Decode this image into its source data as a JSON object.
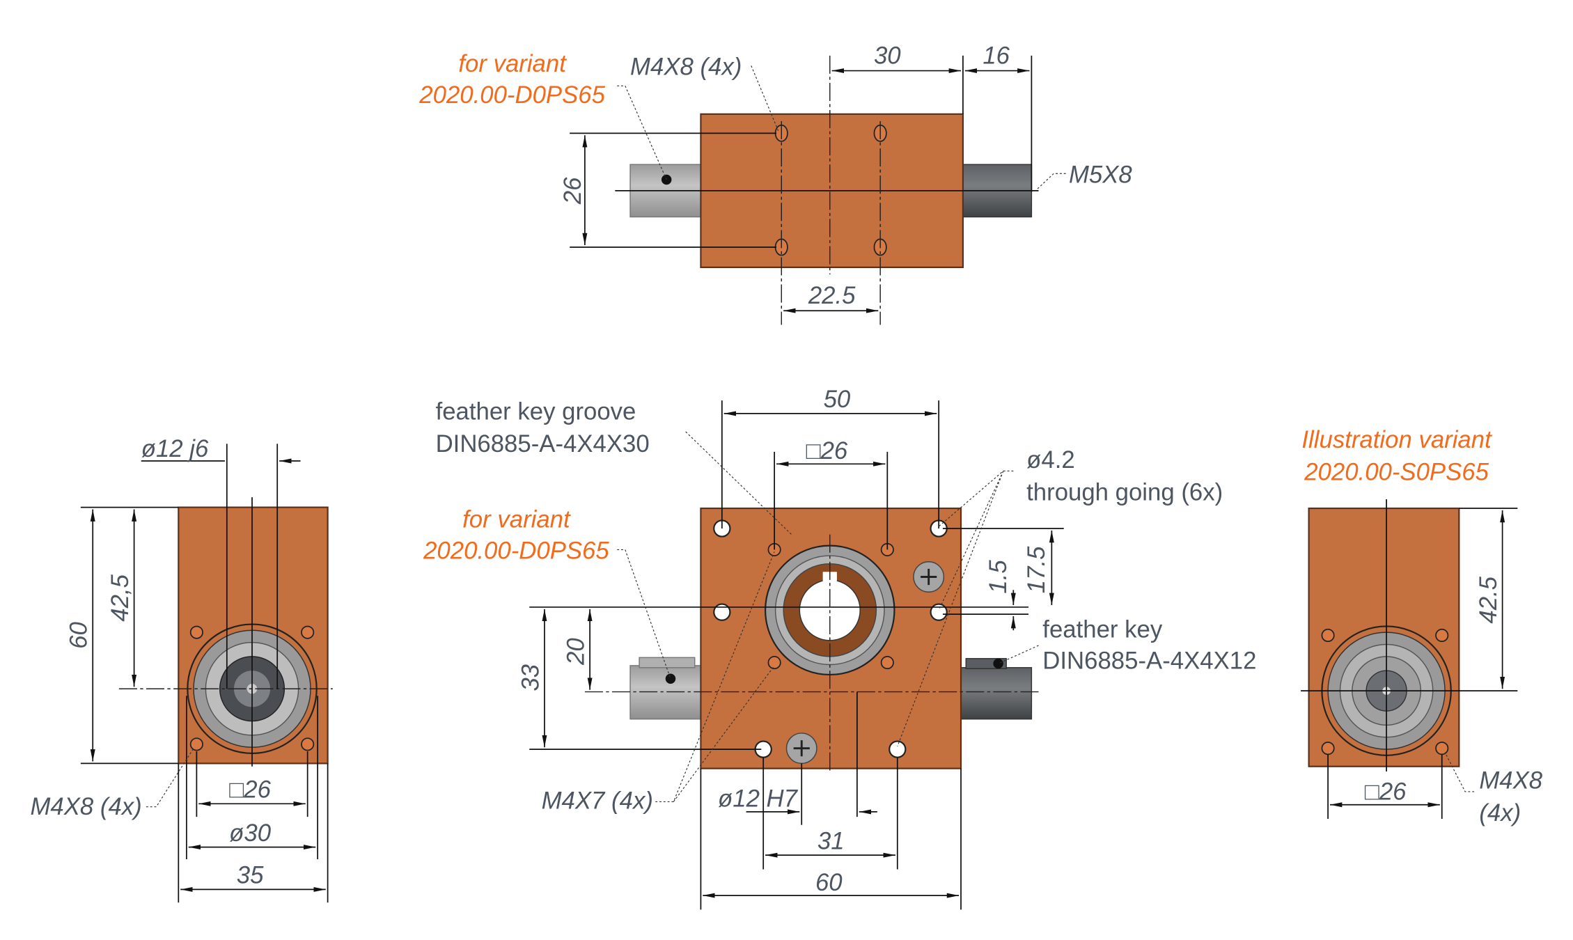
{
  "colors": {
    "body": "#c4703f",
    "accent": "#f26a1b",
    "text": "#4d5660",
    "shaft_light": "#a8a8a8",
    "shaft_dark": "#55585c"
  },
  "top_view": {
    "variant_label": "for variant",
    "variant_code": "2020.00-D0PS65",
    "thread_label": "M4X8 (4x)",
    "shaft_thread": "M5X8",
    "dims": {
      "a": "30",
      "b": "16",
      "c": "26",
      "d": "22.5"
    }
  },
  "left_view": {
    "shaft_fit": "ø12 j6",
    "thread_label": "M4X8 (4x)",
    "dims": {
      "height": "60",
      "center": "42,5",
      "square": "□26",
      "pilot": "ø30",
      "width": "35"
    }
  },
  "front_view": {
    "groove_label_1": "feather key groove",
    "groove_label_2": "DIN6885-A-4X4X30",
    "hole_label_1": "ø4.2",
    "hole_label_2": "through going (6x)",
    "variant_label": "for variant",
    "variant_code": "2020.00-D0PS65",
    "key_label_1": "feather key",
    "key_label_2": "DIN6885-A-4X4X12",
    "thread_label": "M4X7 (4x)",
    "bore_fit": "ø12 H7",
    "dims": {
      "holes": "50",
      "square": "□26",
      "upper": "17.5",
      "offset": "1.5",
      "total": "33",
      "shaft": "20",
      "spacing": "31",
      "width": "60"
    }
  },
  "right_view": {
    "variant_label": "Illustration variant",
    "variant_code": "2020.00-S0PS65",
    "thread_label_1": "M4X8",
    "thread_label_2": "(4x)",
    "dims": {
      "center": "42.5",
      "square": "□26"
    }
  }
}
